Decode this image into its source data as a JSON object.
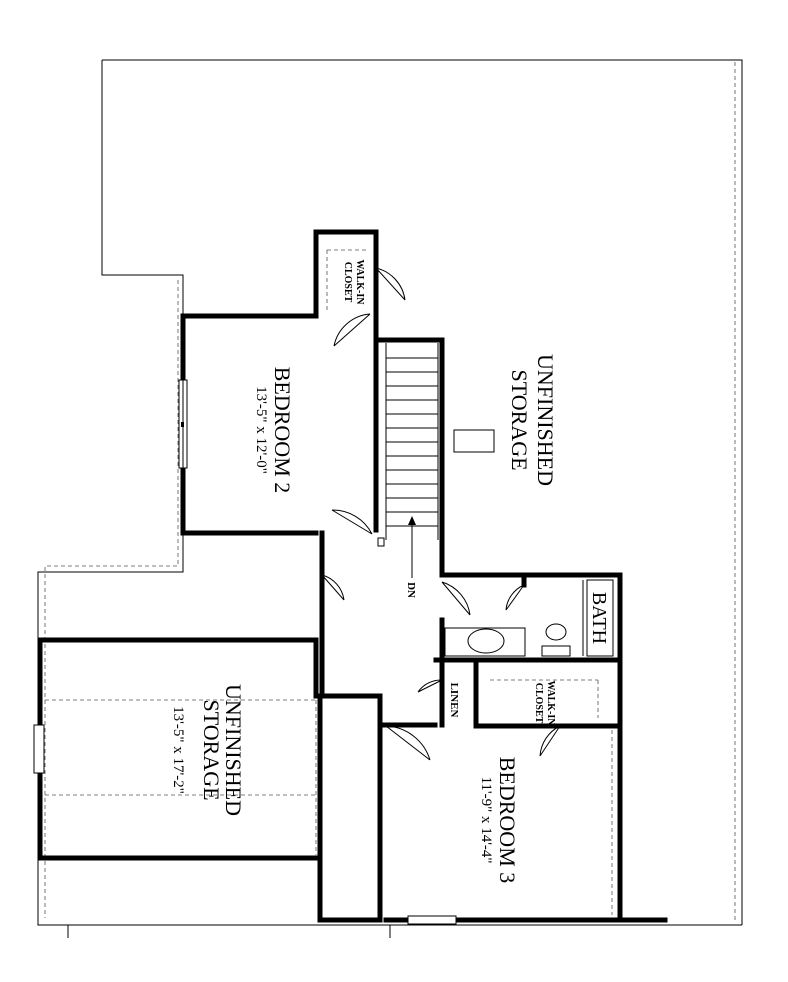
{
  "rooms": {
    "unfinished_storage_top": {
      "line1": "UNFINISHED",
      "line2": "STORAGE"
    },
    "bedroom_2": {
      "name": "BEDROOM 2",
      "dim": "13'-5\" x 12'-0\""
    },
    "walkin_closet_top": {
      "line1": "WALK-IN",
      "line2": "CLOSET"
    },
    "stair": {
      "label": "DN"
    },
    "bath": {
      "label": "BATH"
    },
    "linen": {
      "label": "LINEN"
    },
    "walkin_closet_bottom": {
      "line1": "WALK-IN",
      "line2": "CLOSET"
    },
    "bedroom_3": {
      "name": "BEDROOM 3",
      "dim": "11'-9\" x 14'-4\""
    },
    "unfinished_storage_left": {
      "line1": "UNFINISHED",
      "line2": "STORAGE",
      "dim": "13'-5\" x 17'-2\""
    }
  },
  "colors": {
    "lines": "#000000",
    "background": "#ffffff"
  }
}
